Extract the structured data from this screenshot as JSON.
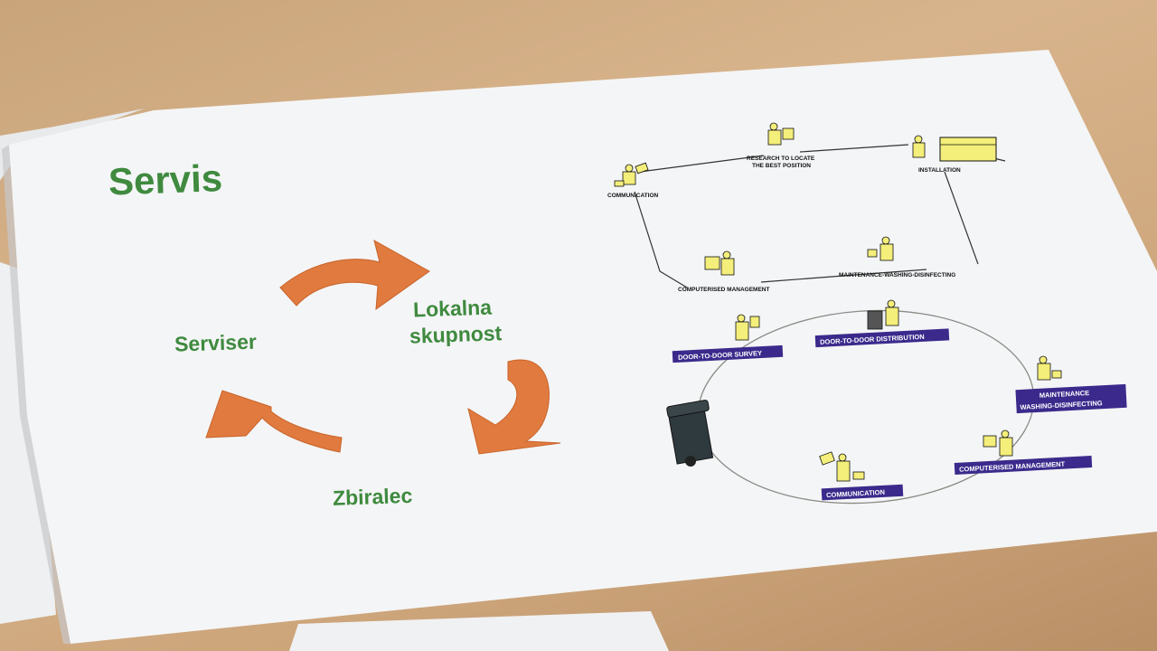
{
  "poster": {
    "title": "Servis",
    "cycle": {
      "node_serviser": "Serviser",
      "node_community_line1": "Lokalna",
      "node_community_line2": "skupnost",
      "node_collector": "Zbiralec"
    },
    "flow_diagram": {
      "nodes": [
        "COMMUNICATION",
        "RESEARCH TO LOCATE",
        "THE BEST POSITION",
        "INSTALLATION",
        "COMPUTERISED MANAGEMENT",
        "MAINTENANCE-WASHING-DISINFECTING"
      ]
    },
    "door_cycle": {
      "nodes": [
        "DOOR-TO-DOOR SURVEY",
        "DOOR-TO-DOOR DISTRIBUTION",
        "MAINTENANCE",
        "WASHING-DISINFECTING",
        "COMPUTERISED MANAGEMENT",
        "COMMUNICATION"
      ],
      "badge_color": "#3b2a8c"
    },
    "colors": {
      "arrow": "#e07a3e",
      "title_green": "#3f8a3f",
      "figure_yellow": "#f4ee7a"
    }
  }
}
